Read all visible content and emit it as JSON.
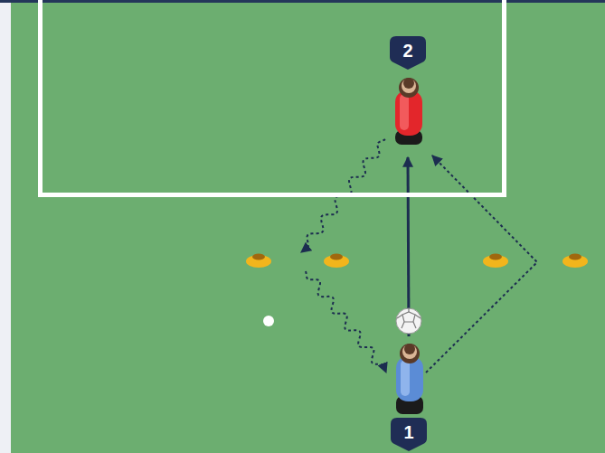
{
  "diagram": {
    "nodes": [
      {
        "text": [
          "2"
        ]
      },
      {
        "text": [
          "1"
        ]
      }
    ],
    "edges": [
      {
        "from": 1,
        "to": 0,
        "arrow": "to"
      },
      {
        "from": 1,
        "to": 0,
        "arrow": "to"
      },
      {
        "from": 0,
        "to": 1,
        "arrow": "to"
      }
    ]
  }
}
